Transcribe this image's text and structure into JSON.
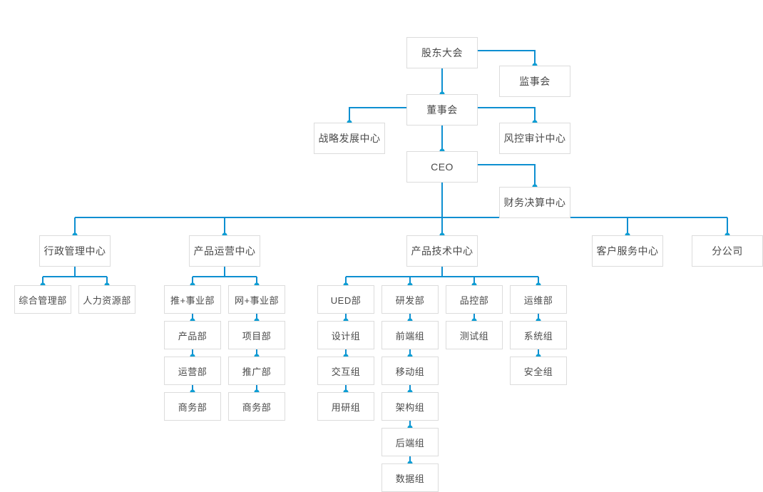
{
  "theme": {
    "line_color": "#0d8fd1",
    "dot_color": "#0e9ed4",
    "box_border": "#dcdcdc",
    "box_fill": "#ffffff",
    "text_color": "#4a4a4a",
    "page_bg": "#ffffff"
  },
  "diagram": {
    "type": "org-chart",
    "orientation": "top-down"
  },
  "nodes": {
    "shareholders": "股东大会",
    "supervisory": "监事会",
    "board": "董事会",
    "strategy": "战略发展中心",
    "riskaudit": "风控审计中心",
    "ceo": "CEO",
    "finance": "财务决算中心",
    "admin_center": "行政管理中心",
    "product_ops_center": "产品运营中心",
    "product_tech_center": "产品技术中心",
    "customer_service_center": "客户服务中心",
    "branch": "分公司",
    "admin_general": "综合管理部",
    "admin_hr": "人力资源部",
    "tui_bu": "推+事业部",
    "wang_bu": "网+事业部",
    "product_dept": "产品部",
    "project_dept": "项目部",
    "ops_dept": "运营部",
    "promo_dept": "推广部",
    "biz_dept_a": "商务部",
    "biz_dept_b": "商务部",
    "ued_dept": "UED部",
    "rd_dept": "研发部",
    "qa_dept": "品控部",
    "devops_dept": "运维部",
    "design_group": "设计组",
    "frontend_group": "前端组",
    "test_group": "测试组",
    "system_group": "系统组",
    "interaction_group": "交互组",
    "mobile_group": "移动组",
    "security_group": "安全组",
    "user_research_group": "用研组",
    "architecture_group": "架构组",
    "backend_group": "后端组",
    "data_group": "数据组"
  }
}
